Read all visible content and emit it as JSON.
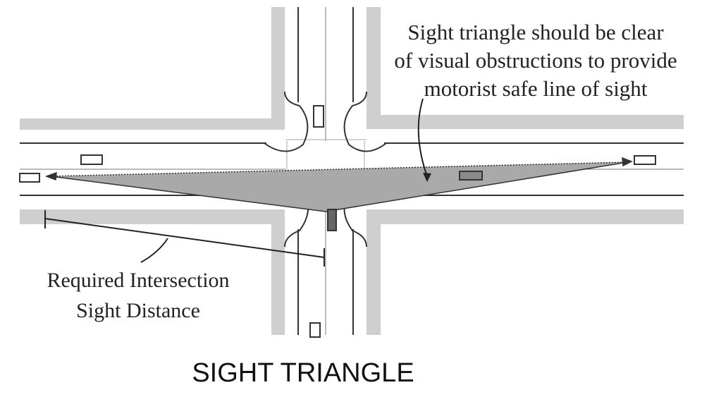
{
  "annotations": {
    "sight_triangle_note": {
      "lines": [
        "Sight triangle should be clear",
        "of visual obstructions to provide",
        "motorist safe line of sight"
      ]
    },
    "required_distance": {
      "lines": [
        "Required Intersection",
        "Sight Distance"
      ]
    }
  },
  "caption": "SIGHT TRIANGLE",
  "colors": {
    "curb_band": "#cfcfcf",
    "triangle_fill": "#a9a9a9",
    "line": "#333333",
    "vehicle_fill": "#ffffff",
    "highlight_vehicle_fill": "#8a8a8a",
    "stopped_vehicle_fill": "#666666"
  },
  "icons": {
    "vehicle": "car-rectangle",
    "arrow": "arrowhead"
  }
}
